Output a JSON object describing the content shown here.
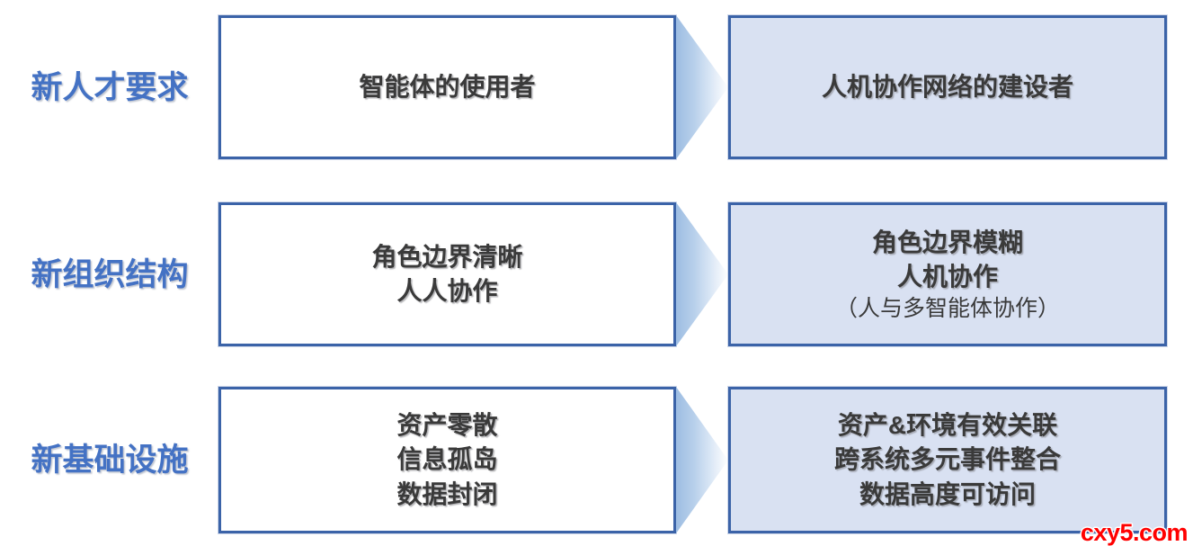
{
  "slide": {
    "background_color": "#FFFFFF",
    "label_color": "#4472C4",
    "border_color": "#3B63A8",
    "after_fill_color": "#D9E1F2",
    "body_text_color": "#3A3A3A",
    "arrow_gradient_from": "#9DBDE2",
    "arrow_gradient_to": "#FFFFFF"
  },
  "rows": [
    {
      "label": "新人才要求",
      "before": {
        "lines": [
          "智能体的使用者"
        ]
      },
      "after": {
        "lines": [
          "人机协作网络的建设者"
        ]
      }
    },
    {
      "label": "新组织结构",
      "before": {
        "lines": [
          "角色边界清晰",
          "人人协作"
        ]
      },
      "after": {
        "lines": [
          "角色边界模糊",
          "人机协作"
        ],
        "sub": "（人与多智能体协作）"
      }
    },
    {
      "label": "新基础设施",
      "before": {
        "lines": [
          "资产零散",
          "信息孤岛",
          "数据封闭"
        ]
      },
      "after": {
        "lines": [
          "资产&环境有效关联",
          "跨系统多元事件整合",
          "数据高度可访问"
        ]
      }
    }
  ],
  "watermark": {
    "text": "cxy5.com",
    "color": "#FF0000"
  }
}
